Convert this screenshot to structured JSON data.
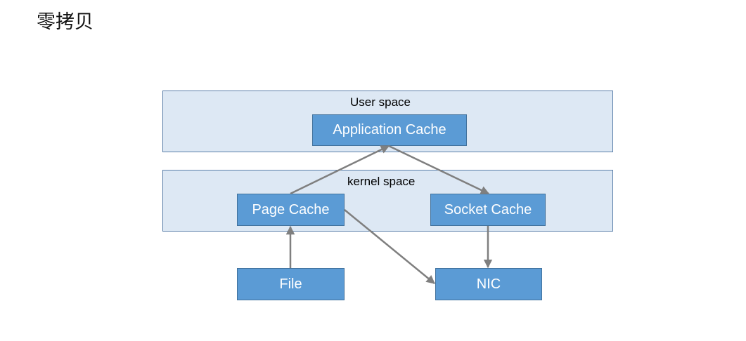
{
  "title": "零拷贝",
  "regions": {
    "user_space": "User space",
    "kernel_space": "kernel space"
  },
  "nodes": {
    "application_cache": "Application Cache",
    "page_cache": "Page Cache",
    "socket_cache": "Socket Cache",
    "file": "File",
    "nic": "NIC"
  },
  "colors": {
    "region_fill": "#dde8f4",
    "region_border": "#5b7fa9",
    "node_fill": "#5b9bd5",
    "node_border": "#41719c",
    "arrow": "#7f7f7f"
  },
  "edges": [
    {
      "from": "file",
      "to": "page_cache"
    },
    {
      "from": "page_cache",
      "to": "application_cache"
    },
    {
      "from": "application_cache",
      "to": "socket_cache"
    },
    {
      "from": "socket_cache",
      "to": "nic"
    },
    {
      "from": "page_cache",
      "to": "nic"
    }
  ]
}
